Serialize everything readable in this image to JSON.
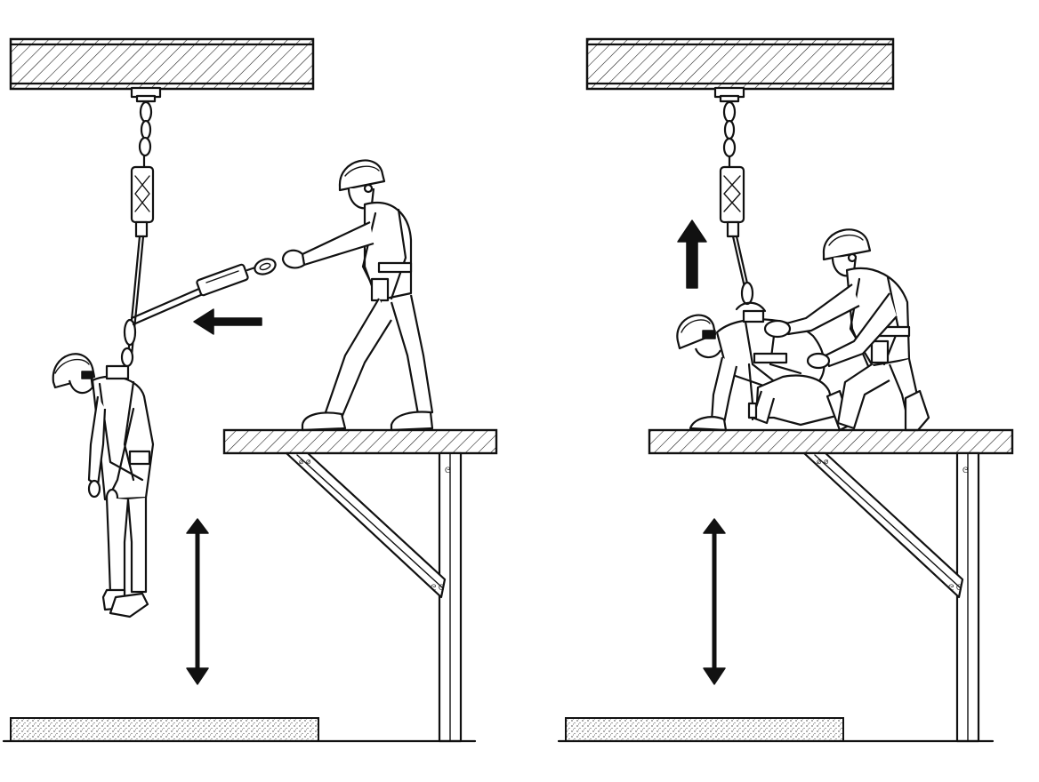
{
  "ink_color": "#111111",
  "paper_color": "#ffffff",
  "panels": [
    {
      "name": "panel-left",
      "scene": "suspended-worker-being-pulled-to-platform",
      "arrows": [
        "left-arrow",
        "double-vertical-arrow"
      ],
      "icons": [
        "beam",
        "anchor-chain",
        "shock-absorber",
        "lanyard",
        "suspended-worker",
        "rescuer",
        "platform",
        "bracket",
        "ground"
      ]
    },
    {
      "name": "panel-right",
      "scene": "rescued-worker-on-platform",
      "arrows": [
        "up-arrow",
        "double-vertical-arrow"
      ],
      "icons": [
        "beam",
        "anchor-chain",
        "shock-absorber",
        "rescued-worker",
        "rescuer",
        "platform",
        "bracket",
        "ground"
      ]
    }
  ]
}
